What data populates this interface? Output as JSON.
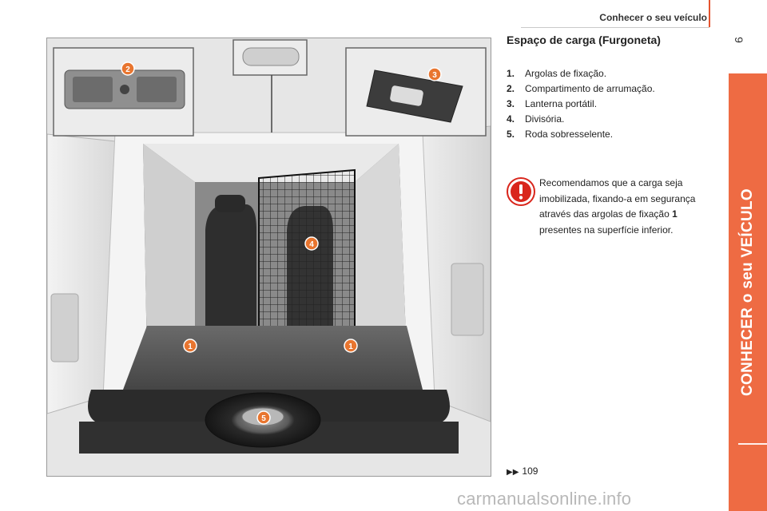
{
  "header": {
    "title": "Conhecer o seu veículo",
    "page_number": "9"
  },
  "sidebar": {
    "label": "CONHECER o seu VEÍCULO"
  },
  "section": {
    "title": "Espaço de carga (Furgoneta)",
    "items": [
      {
        "num": "1.",
        "label": "Argolas de fixação."
      },
      {
        "num": "2.",
        "label": "Compartimento de arrumação."
      },
      {
        "num": "3.",
        "label": "Lanterna portátil."
      },
      {
        "num": "4.",
        "label": "Divisória."
      },
      {
        "num": "5.",
        "label": "Roda sobresselente."
      }
    ]
  },
  "warning": {
    "text_before": "Recomendamos que a carga seja imobilizada, fixando-a em segurança através das argolas de fixação ",
    "text_bold": "1",
    "text_after": " presentes na superfície inferior."
  },
  "reference": {
    "page": "109"
  },
  "figure": {
    "callouts": [
      "2",
      "3",
      "4",
      "1",
      "1",
      "5"
    ]
  },
  "footer": {
    "watermark": "carmanualsonline.info"
  },
  "colors": {
    "accent": "#ee6b43",
    "callout": "#e8752f",
    "warning": "#d9261c"
  }
}
